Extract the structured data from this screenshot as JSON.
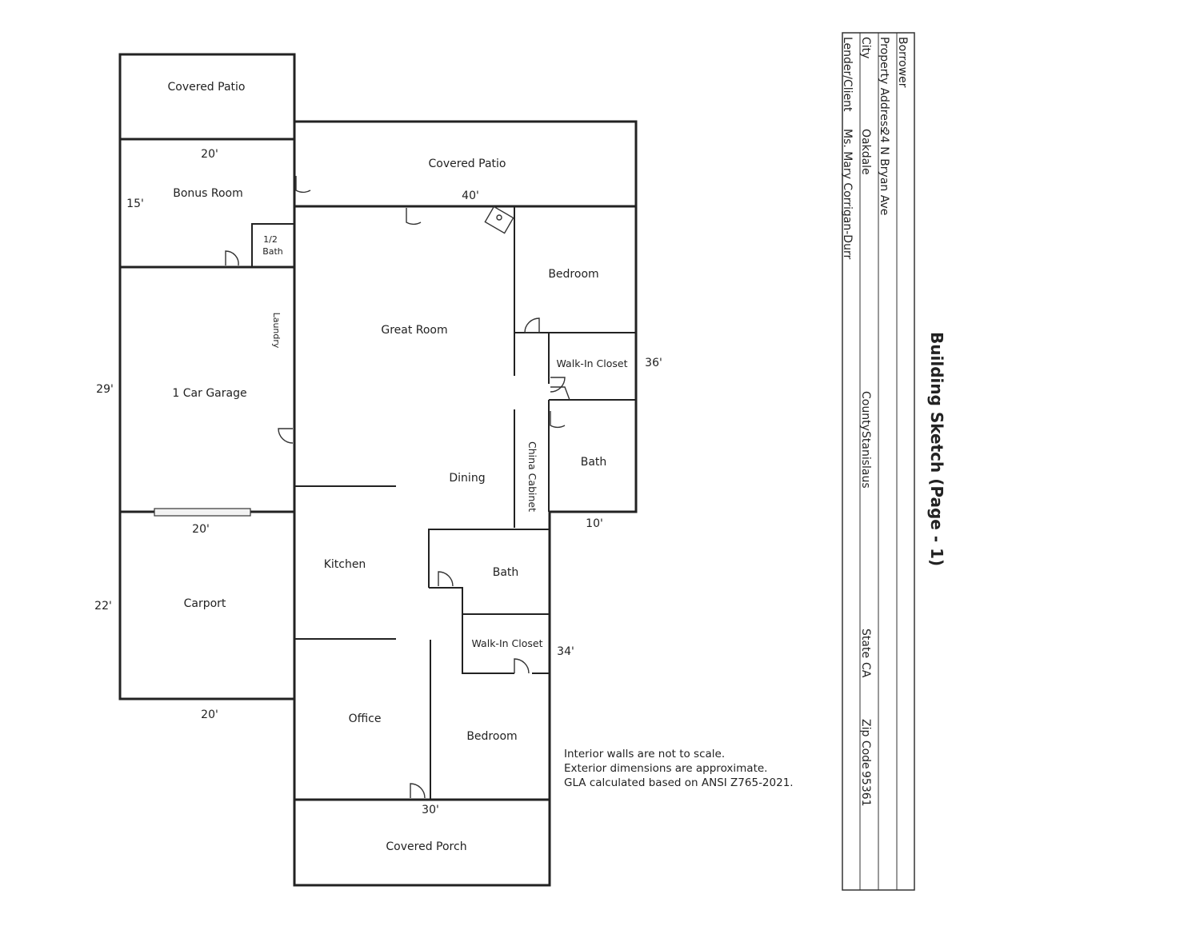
{
  "rooms": {
    "covered_patio_top": "Covered Patio",
    "covered_patio_rear": "Covered Patio",
    "bonus_room": "Bonus Room",
    "half_bath": [
      "1/2",
      "Bath"
    ],
    "laundry": "Laundry",
    "garage": "1 Car Garage",
    "great_room": "Great Room",
    "bedroom_1": "Bedroom",
    "walk_in_closet_1": "Walk-In Closet",
    "bath_1": "Bath",
    "china_cabinet": "China Cabinet",
    "dining": "Dining",
    "kitchen": "Kitchen",
    "bath_2": "Bath",
    "walk_in_closet_2": "Walk-In Closet",
    "carport": "Carport",
    "office": "Office",
    "bedroom_2": "Bedroom",
    "covered_porch": "Covered Porch"
  },
  "dimensions": {
    "bonus_width": "20'",
    "bonus_depth": "15'",
    "patio_width": "40'",
    "right_depth": "36'",
    "garage_depth": "29'",
    "garage_width": "20'",
    "carport_depth": "22'",
    "carport_width": "20'",
    "bath_offset": "10'",
    "mid_depth": "34'",
    "front_width": "30'"
  },
  "notes": [
    "Interior walls are not to scale.",
    "Exterior dimensions are approximate.",
    "GLA calculated based on ANSI Z765-2021."
  ],
  "header": {
    "title": "Building Sketch (Page - 1)",
    "borrower_label": "Borrower",
    "borrower_value": "",
    "property_address_label": "Property Address",
    "property_address_value": "24 N Bryan Ave",
    "city_label": "City",
    "city_value": "Oakdale",
    "county_label": "County",
    "county_value": "Stanislaus",
    "state_label": "State",
    "state_value": "CA",
    "zip_label": "Zip Code",
    "zip_value": "95361",
    "lender_label": "Lender/Client",
    "lender_value": "Ms. Mary Corrigan-Durr"
  }
}
